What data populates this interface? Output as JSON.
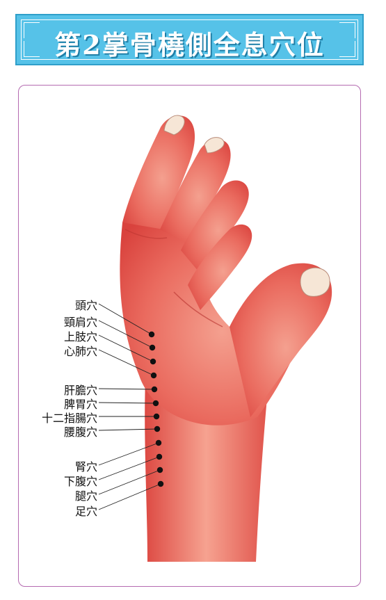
{
  "title": "第2掌骨橈側全息穴位",
  "colors": {
    "banner": "#56c2e8",
    "frame": "#b46ab0",
    "skin": "#e8615a"
  },
  "acupoints": [
    {
      "label": "頭穴"
    },
    {
      "label": "頸肩穴"
    },
    {
      "label": "上肢穴"
    },
    {
      "label": "心肺穴"
    },
    {
      "label": "肝膽穴"
    },
    {
      "label": "脾胃穴"
    },
    {
      "label": "十二指腸穴"
    },
    {
      "label": "腰腹穴"
    },
    {
      "label": "腎穴"
    },
    {
      "label": "下腹穴"
    },
    {
      "label": "腿穴"
    },
    {
      "label": "足穴"
    }
  ]
}
